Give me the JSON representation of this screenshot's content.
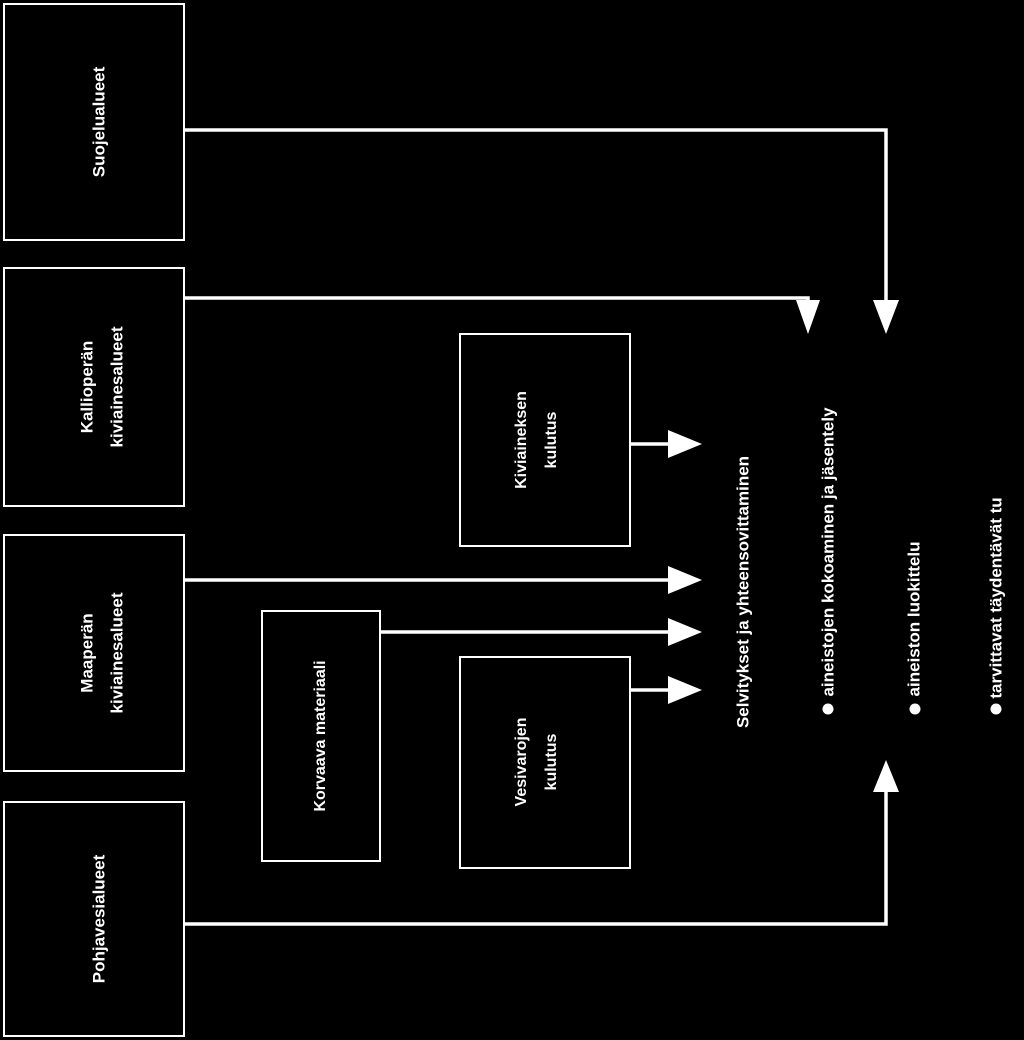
{
  "diagram": {
    "source_boxes": [
      "Suojelualueet",
      "Kallioperän",
      "kiviainesalueet",
      "Maaperän",
      "kiviainesalueet",
      "Pohjavesialueet"
    ],
    "middle_boxes": {
      "kiviaineksen_line1": "Kiviaineksen",
      "kiviaineksen_line2": "kulutus",
      "korvaava": "Korvaava materiaali",
      "vesivarojen_line1": "Vesivarojen",
      "vesivarojen_line2": "kulutus"
    },
    "target": {
      "title": "Selvitykset ja yhteensovittaminen",
      "bullets": [
        "aineistojen kokoaminen ja jäsentely",
        "aineiston luokittelu",
        "tarvittavat täydentävät tu"
      ]
    }
  },
  "colors": {
    "background": "#000000",
    "foreground": "#ffffff"
  }
}
